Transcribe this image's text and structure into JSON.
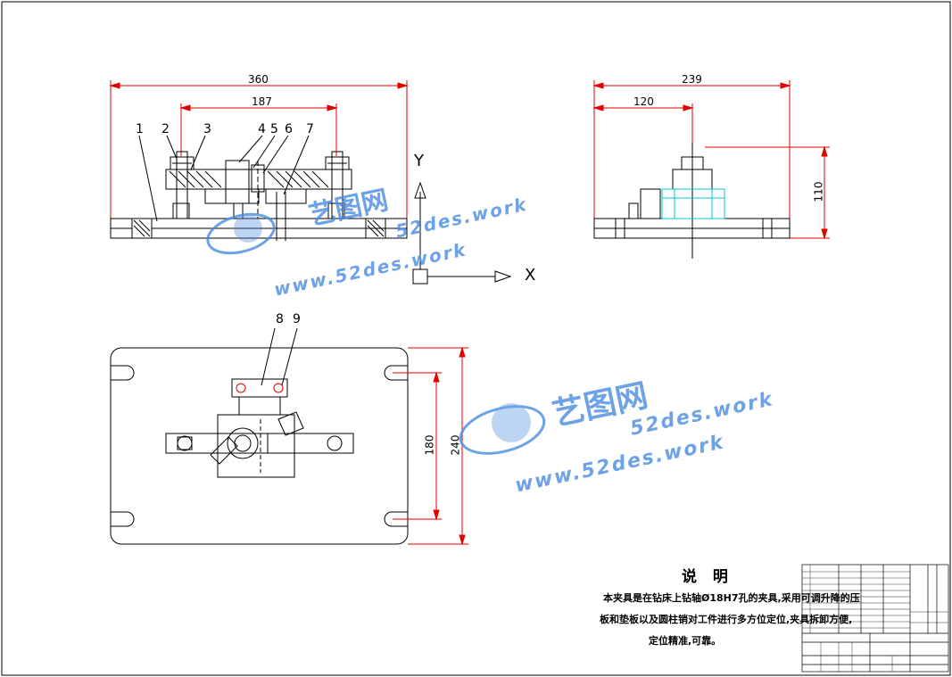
{
  "drawing": {
    "front_view": {
      "dims": {
        "overall": "360",
        "bolt_spacing": "187"
      },
      "balloons": [
        "1",
        "2",
        "3",
        "4",
        "5",
        "6",
        "7"
      ]
    },
    "side_view": {
      "dims": {
        "overall": "239",
        "bolt_offset": "120",
        "height": "110"
      }
    },
    "axes": {
      "y": "Y",
      "x": "X"
    },
    "top_view": {
      "dims": {
        "inner": "180",
        "overall": "240"
      },
      "balloons": [
        "8",
        "9"
      ]
    },
    "notes": {
      "title": "说 明",
      "lines": [
        "本夹具是在钻床上钻轴Ø18H7孔的夹具,采用可调升降的压",
        "板和垫板以及圆柱销对工件进行多方位定位,夹具拆卸方便,",
        "定位精准,可靠。"
      ]
    },
    "watermark": {
      "brand": "艺图网",
      "url1": "52des.work",
      "url2": "www.52des.work"
    }
  },
  "colors": {
    "dim": "#e00000",
    "line": "#000000",
    "hidden": "#00c8d0",
    "watermark": "#4a8be0"
  }
}
